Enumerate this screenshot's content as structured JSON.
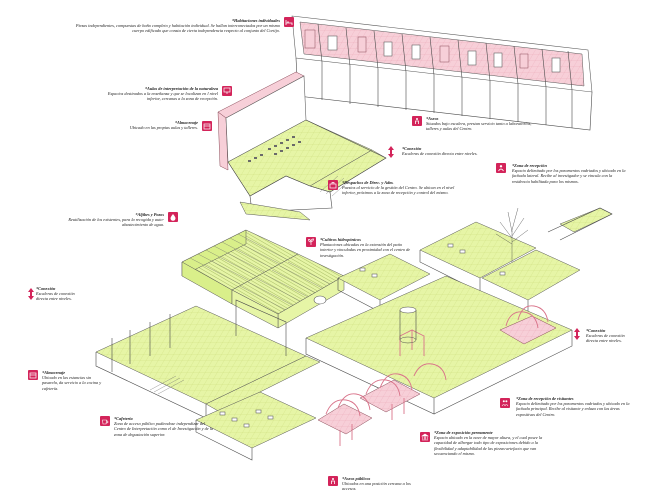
{
  "colors": {
    "accent": "#d3245a",
    "space_green": "#e6f5a6",
    "space_pink": "#f7cfd8"
  },
  "labels": {
    "habitaciones": {
      "title": "*Habitaciones individuales",
      "body": "Piezas independientes, compuestas de baño completo y habitación individual. Se hallan interconectadas por un mismo cuerpo edificado que consta de cierta independencia respecto al conjunto del Cortijo.",
      "icon": "bed-icon"
    },
    "aulas": {
      "title": "*Aulas de interpretación de la naturaleza",
      "body": "Espacios destinados a la enseñanza y que se localizan en l nivel inferior, cercanas a la zona de recepción.",
      "icon": "classroom-icon"
    },
    "almacenaje_1": {
      "title": "*Almacenaje",
      "body": "Ubicado en las propias aulas y talleres.",
      "icon": "storage-icon"
    },
    "aseos": {
      "title": "*Aseos",
      "body": "Situados bajo escalera, prestan servicio tanto a laboratorios, talleres y aulas del Centro.",
      "icon": "toilet-icon"
    },
    "conexion_1": {
      "title": "*Conexión",
      "body": "Escaleras de conexión directa entre niveles.",
      "icon": "vertical-arrow-icon"
    },
    "zona_recepcion": {
      "title": "*Zona de recepción",
      "body": "Espacio delimitado por los paramentos vadriados y ubicado en la fachada lateral. Recibe al investigador y se vincula con la residencia habilitada para los mismos.",
      "icon": "reception-icon"
    },
    "despachos": {
      "title": "*Despachos de Direc. y Adm.",
      "body": "Puestos al servicio de la gestión del Centro. Se ubican en el nivel inferior, próximos a la zona de recepción y control del mismo.",
      "icon": "office-icon"
    },
    "aljibes": {
      "title": "*Aljibes y Pozos",
      "body": "Reutilización de los existentes, para la recogida y auto-abastecimiento de agua.",
      "icon": "well-icon"
    },
    "cultivos": {
      "title": "*Cultivos hidropónicos",
      "body": "Plantaciones ubicadas en la extensión del patio interior y vinculadas en proximidad con el centro de investigación.",
      "icon": "plant-icon"
    },
    "conexion_2": {
      "title": "*Conexión",
      "body": "Escaleras de conexión directa entre niveles.",
      "icon": "vertical-arrow-icon"
    },
    "conexion_3": {
      "title": "*Conexión",
      "body": "Escaleras de conexión directa entre niveles.",
      "icon": "vertical-arrow-icon"
    },
    "almacenaje_2": {
      "title": "*Almacenaje",
      "body": "Ubicado en las estancias sin pasarela, da servicio a la cocina y cafetería.",
      "icon": "storage-icon"
    },
    "zona_recepcion_visitantes": {
      "title": "*Zona de recepción de visitantes",
      "body": "Espacio delimitado por los paramentos vadriados y ubicado en la fachada principal. Recibe al visitante y enlaza con las áreas expositivas del Centro.",
      "icon": "visitor-icon"
    },
    "cafeteria": {
      "title": "*Cafetería",
      "body": "Zona de acceso público pudiendose independizar del Centro de Interpretación como el de Investigación y de la zona de degustación superior.",
      "icon": "coffee-cup-icon"
    },
    "zona_exposicion": {
      "title": "*Zona de exposición permanente",
      "body": "Espacio ubicado en la nave de mayor altura, y el cual posee la capacidad de albergar todo tipo de exposiciones debido a la flexibilidad y adaptabilidad de las piezas-artefacto que van secuenciando el mismo.",
      "icon": "museum-icon"
    },
    "aseos_publicos": {
      "title": "*Aseos públicos",
      "body": "Ubicados en una posición cercana a los accesos.",
      "icon": "toilet-icon"
    }
  }
}
